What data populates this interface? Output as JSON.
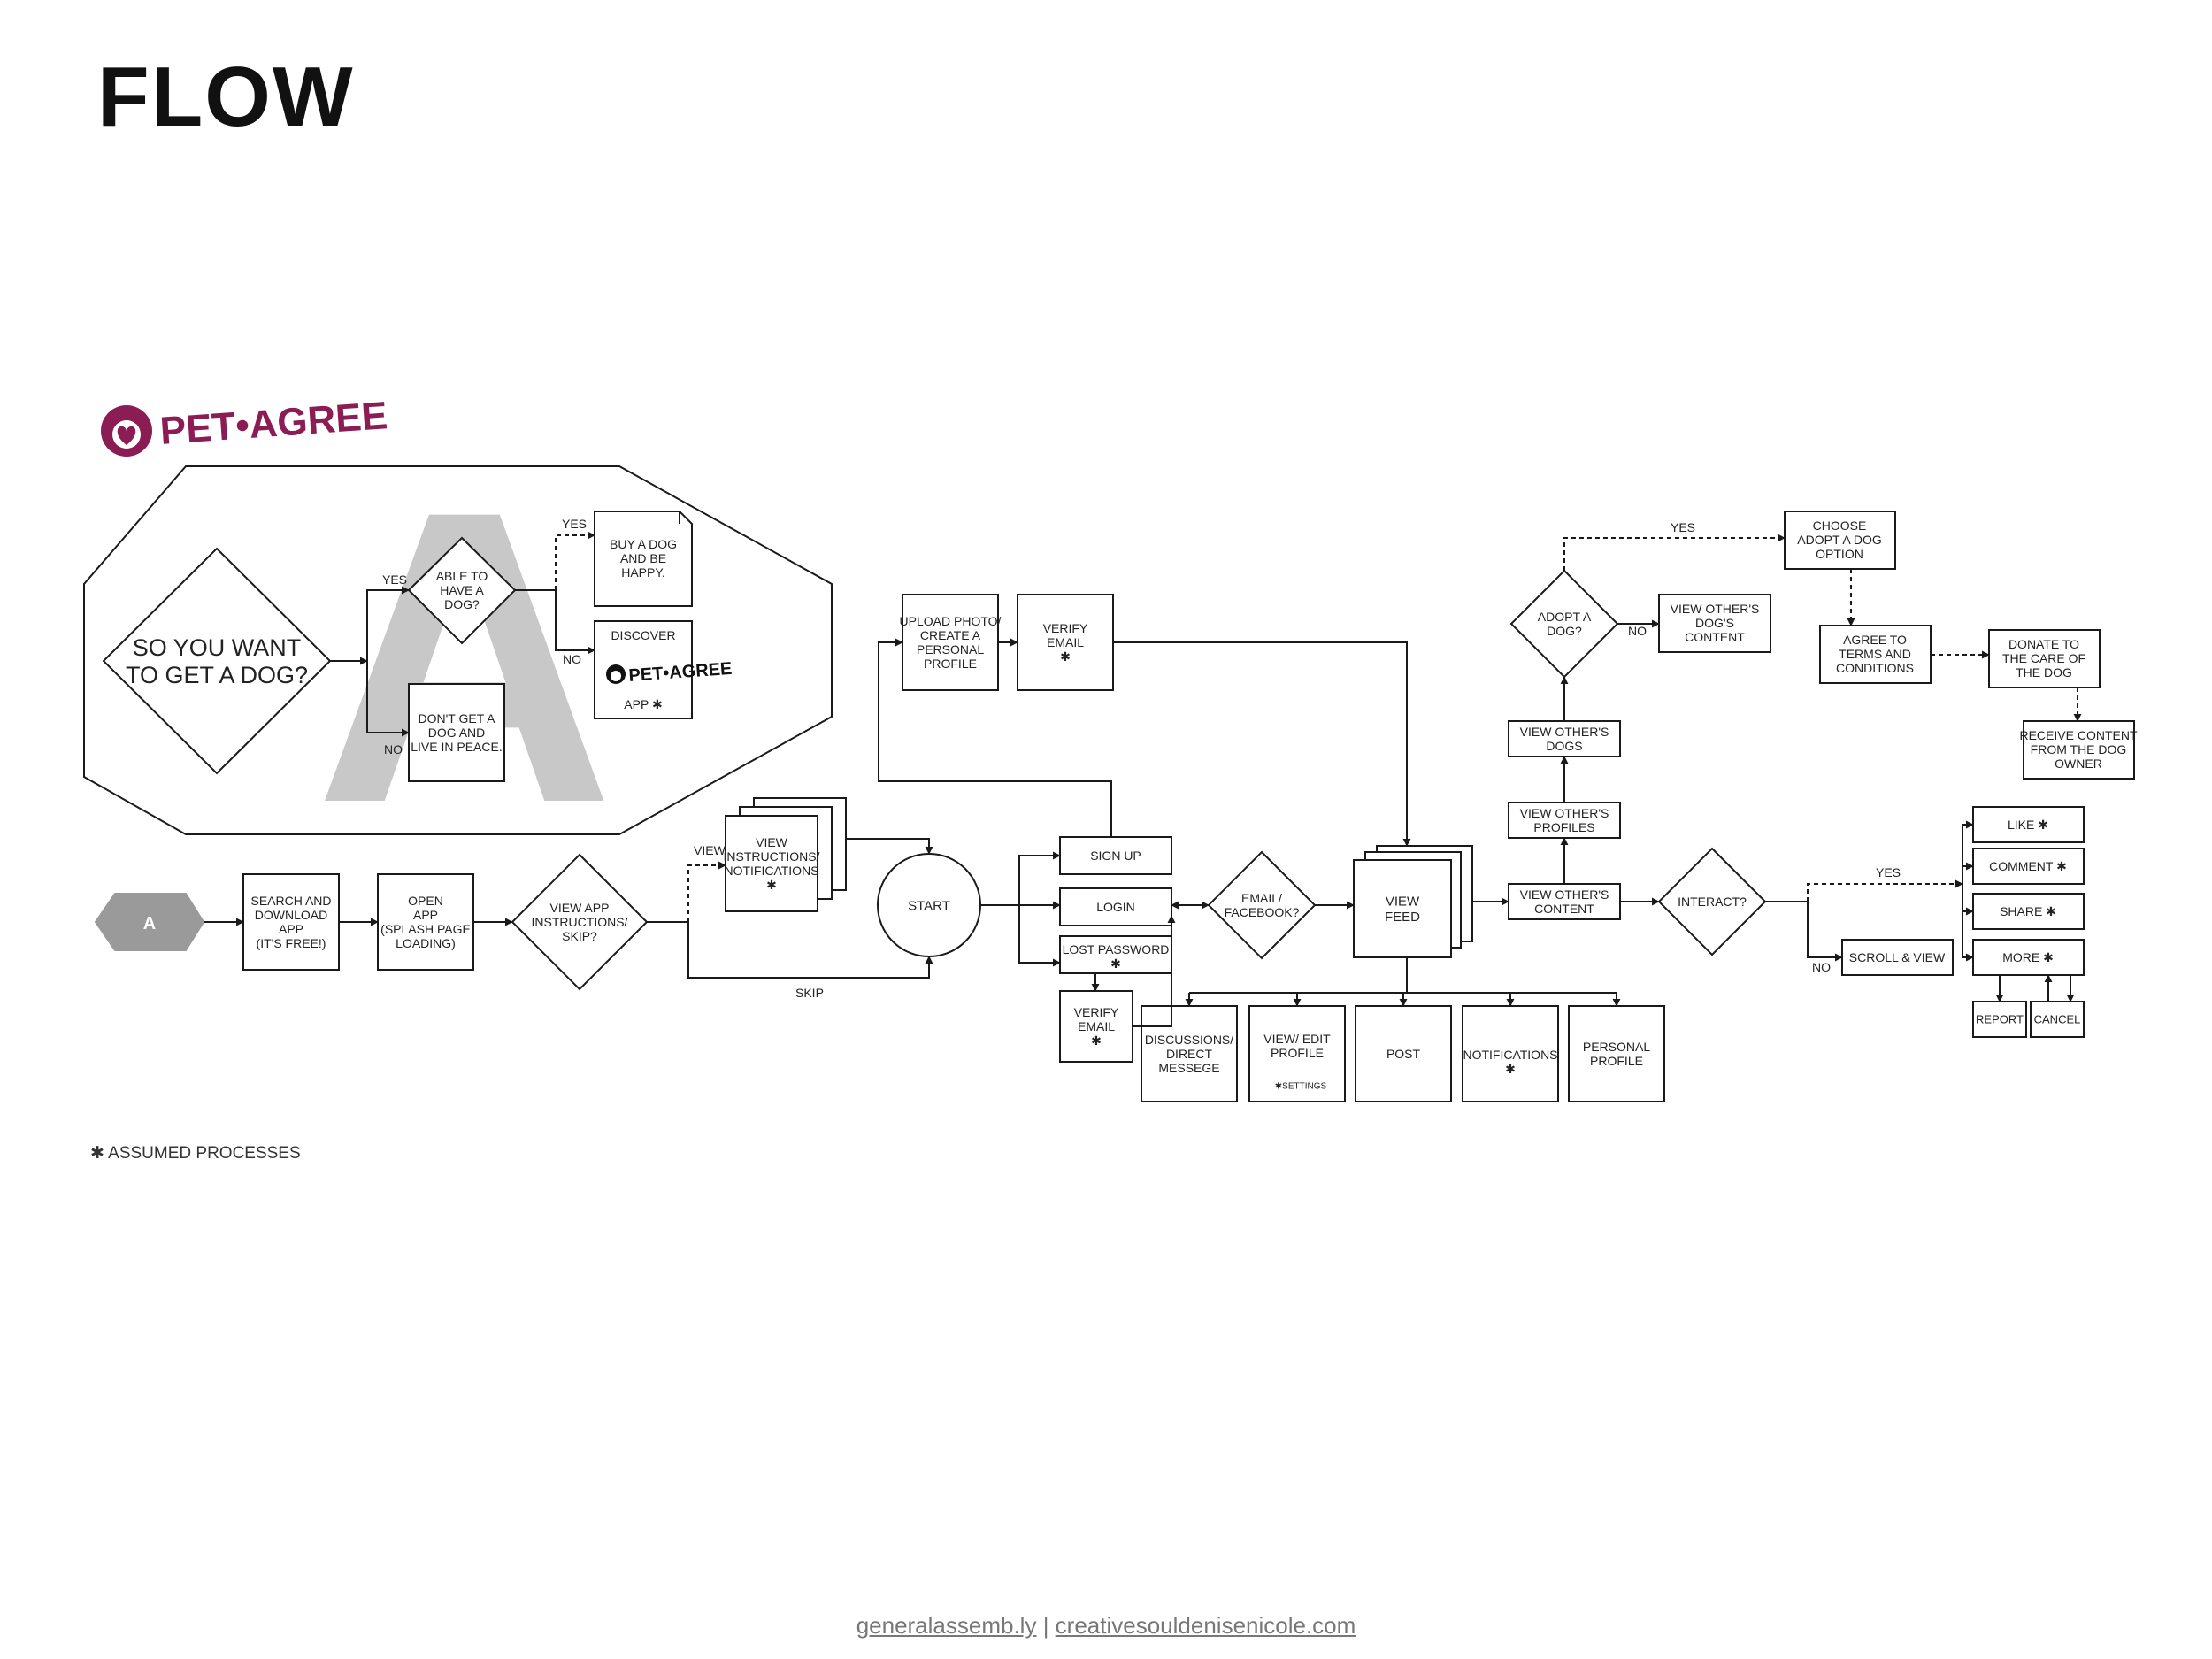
{
  "page": {
    "title": "FLOW"
  },
  "logo": {
    "wordmark": "PET•AGREE",
    "brand_color": "#8b1c54"
  },
  "colors": {
    "line": "#1a1a1a",
    "grey_marker": "#9a9a9a",
    "grey_letter": "#c8c8c8"
  },
  "nodes": {
    "so_you_want": "SO YOU WANT\nTO GET A DOG?",
    "able_to_have": "ABLE TO\nHAVE A\nDOG?",
    "buy_dog": "BUY A DOG\nAND BE\nHAPPY.",
    "discover_top": "DISCOVER",
    "discover_logo": "PET•AGREE",
    "discover_bottom": "APP ✱",
    "dont_get_dog": "DON'T GET A\nDOG AND\nLIVE IN PEACE.",
    "a_marker": "A",
    "section_letter": "A",
    "search_download": "SEARCH AND\nDOWNLOAD\nAPP\n(IT'S FREE!)",
    "open_app": "OPEN\nAPP\n(SPLASH PAGE\nLOADING)",
    "view_app_instructions": "VIEW APP\nINSTRUCTIONS/\nSKIP?",
    "view_instructions": "VIEW\nINSTRUCTIONS/\nNOTIFICATIONS\n✱",
    "start": "START",
    "sign_up": "SIGN UP",
    "login": "LOGIN",
    "lost_password": "LOST PASSWORD\n✱",
    "verify_email_bottom": "VERIFY\nEMAIL\n✱",
    "upload_photo": "UPLOAD PHOTO/\nCREATE A\nPERSONAL\nPROFILE",
    "verify_email_top": "VERIFY\nEMAIL\n✱",
    "email_facebook": "EMAIL/\nFACEBOOK?",
    "view_feed": "VIEW\nFEED",
    "discussions": "DISCUSSIONS/\nDIRECT\nMESSEGE",
    "view_edit_profile": "VIEW/ EDIT\nPROFILE",
    "settings": "✱SETTINGS",
    "post": "POST",
    "notifications": "NOTIFICATIONS\n✱",
    "personal_profile": "PERSONAL\nPROFILE",
    "view_others_content": "VIEW OTHER'S\nCONTENT",
    "view_others_profiles": "VIEW OTHER'S\nPROFILES",
    "view_others_dogs": "VIEW OTHER'S\nDOGS",
    "adopt_a_dog": "ADOPT A\nDOG?",
    "view_others_dogs_content": "VIEW OTHER'S\nDOG'S\nCONTENT",
    "choose_adopt": "CHOOSE\nADOPT A DOG\nOPTION",
    "agree_terms": "AGREE TO\nTERMS AND\nCONDITIONS",
    "donate": "DONATE TO\nTHE CARE OF\nTHE DOG",
    "receive_content": "RECEIVE CONTENT\nFROM THE DOG\nOWNER",
    "interact": "INTERACT?",
    "scroll_view": "SCROLL & VIEW",
    "like": "LIKE  ✱",
    "comment": "COMMENT  ✱",
    "share": "SHARE  ✱",
    "more": "MORE  ✱",
    "report": "REPORT",
    "cancel": "CANCEL"
  },
  "edge_labels": {
    "yes_able": "YES",
    "yes_buy": "YES",
    "no_discover": "NO",
    "no_dont": "NO",
    "view": "VIEW",
    "skip": "SKIP",
    "no_adopt": "NO",
    "yes_adopt": "YES",
    "yes_interact": "YES",
    "no_interact": "NO"
  },
  "legend": {
    "text": "✱  ASSUMED PROCESSES"
  },
  "footer": {
    "link1": "generalassemb.ly",
    "separator": " | ",
    "link2": "creativesouldenisenicole.com"
  }
}
